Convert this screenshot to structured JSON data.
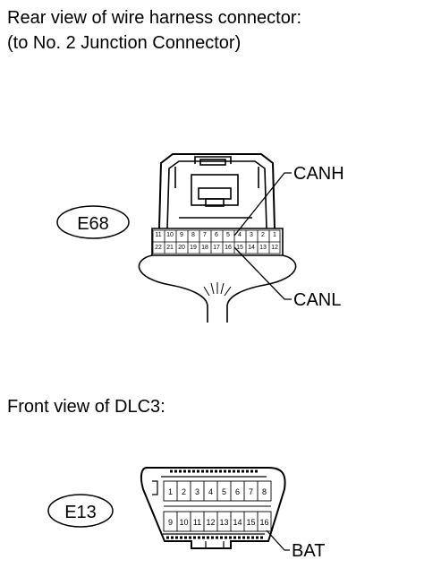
{
  "captions": {
    "rear_view": "Rear view of wire harness connector:",
    "rear_view_sub": "(to No. 2 Junction Connector)",
    "front_view": "Front view of DLC3:"
  },
  "connectors": {
    "e68": {
      "id": "E68",
      "row1_pins": [
        "11",
        "10",
        "9",
        "8",
        "7",
        "6",
        "5",
        "4",
        "3",
        "2",
        "1"
      ],
      "row2_pins": [
        "22",
        "21",
        "20",
        "19",
        "18",
        "17",
        "16",
        "15",
        "14",
        "13",
        "12"
      ],
      "callouts": {
        "canh": "CANH",
        "canl": "CANL"
      }
    },
    "e13": {
      "id": "E13",
      "row1_pins": [
        "1",
        "2",
        "3",
        "4",
        "5",
        "6",
        "7",
        "8"
      ],
      "row2_pins": [
        "9",
        "10",
        "11",
        "12",
        "13",
        "14",
        "15",
        "16"
      ],
      "callouts": {
        "bat": "BAT"
      }
    }
  }
}
